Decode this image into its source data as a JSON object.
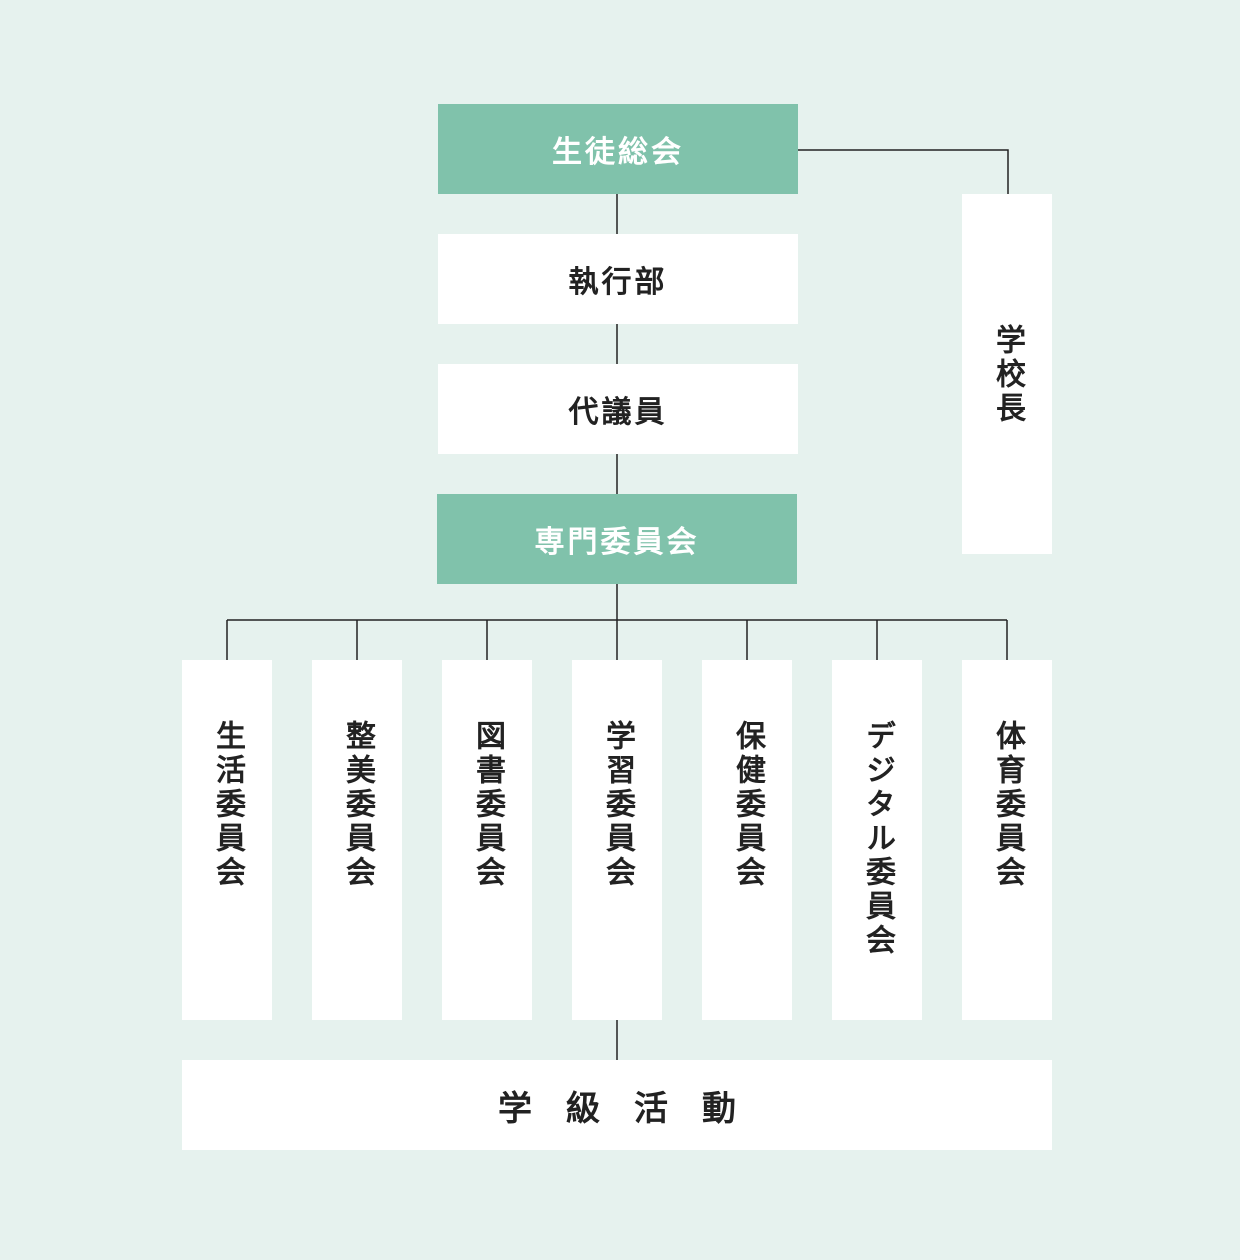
{
  "general_assembly": {
    "label": "生徒総会"
  },
  "executive": {
    "label": "執行部"
  },
  "representatives": {
    "label": "代議員"
  },
  "committees_header": {
    "label": "専門委員会"
  },
  "principal": {
    "label": "学校長"
  },
  "committees": [
    {
      "label": "生活委員会"
    },
    {
      "label": "整美委員会"
    },
    {
      "label": "図書委員会"
    },
    {
      "label": "学習委員会"
    },
    {
      "label": "保健委員会"
    },
    {
      "label": "デジタル委員会"
    },
    {
      "label": "体育委員会"
    }
  ],
  "class_activities": {
    "label": "学級活動"
  },
  "colors": {
    "background": "#e6f2ee",
    "accent": "#80c2ab",
    "box": "#ffffff",
    "line": "#222222"
  }
}
